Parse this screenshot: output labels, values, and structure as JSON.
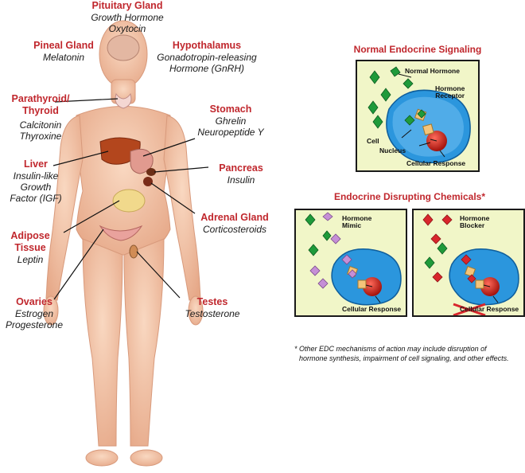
{
  "organs": {
    "pituitary": {
      "name": "Pituitary Gland",
      "h1": "Growth Hormone",
      "h2": "Oxytocin"
    },
    "pineal": {
      "name": "Pineal Gland",
      "h1": "Melatonin"
    },
    "hypothalamus": {
      "name": "Hypothalamus",
      "h1": "Gonadotropin-releasing",
      "h2": "Hormone (GnRH)"
    },
    "parathyroid": {
      "name1": "Parathyroid/",
      "name2": "Thyroid",
      "h1": "Calcitonin",
      "h2": "Thyroxine"
    },
    "stomach": {
      "name": "Stomach",
      "h1": "Ghrelin",
      "h2": "Neuropeptide Y"
    },
    "liver": {
      "name": "Liver",
      "h1": "Insulin-like",
      "h2": "Growth",
      "h3": "Factor (IGF)"
    },
    "pancreas": {
      "name": "Pancreas",
      "h1": "Insulin"
    },
    "adrenal": {
      "name": "Adrenal Gland",
      "h1": "Corticosteroids"
    },
    "adipose": {
      "name1": "Adipose",
      "name2": "Tissue",
      "h1": "Leptin"
    },
    "ovaries": {
      "name": "Ovaries",
      "h1": "Estrogen",
      "h2": "Progesterone"
    },
    "testes": {
      "name": "Testes",
      "h1": "Testosterone"
    }
  },
  "normal_panel": {
    "title": "Normal Endocrine Signaling",
    "normal_hormone": "Normal Hormone",
    "receptor1": "Hormone",
    "receptor2": "Receptor",
    "cell": "Cell",
    "nucleus": "Nucleus",
    "response": "Cellular Response"
  },
  "edc_panel": {
    "title": "Endocrine Disrupting Chemicals*",
    "mimic1": "Hormone",
    "mimic2": "Mimic",
    "blocker1": "Hormone",
    "blocker2": "Blocker",
    "response": "Cellular Response"
  },
  "colors": {
    "title_red": "#c0272d",
    "panel_bg": "#f1f6c8",
    "hormone_green": "#1f9a3a",
    "mimic_purple": "#c58fd6",
    "blocker_red": "#d8262c",
    "cell_blue": "#1f8fd8",
    "nucleus_red": "#d22a20",
    "skin": "#f1c3a4"
  },
  "footnote": {
    "line1": "* Other EDC mechanisms of action may include disruption of",
    "line2": "hormone synthesis, impairment of cell signaling, and other effects."
  }
}
